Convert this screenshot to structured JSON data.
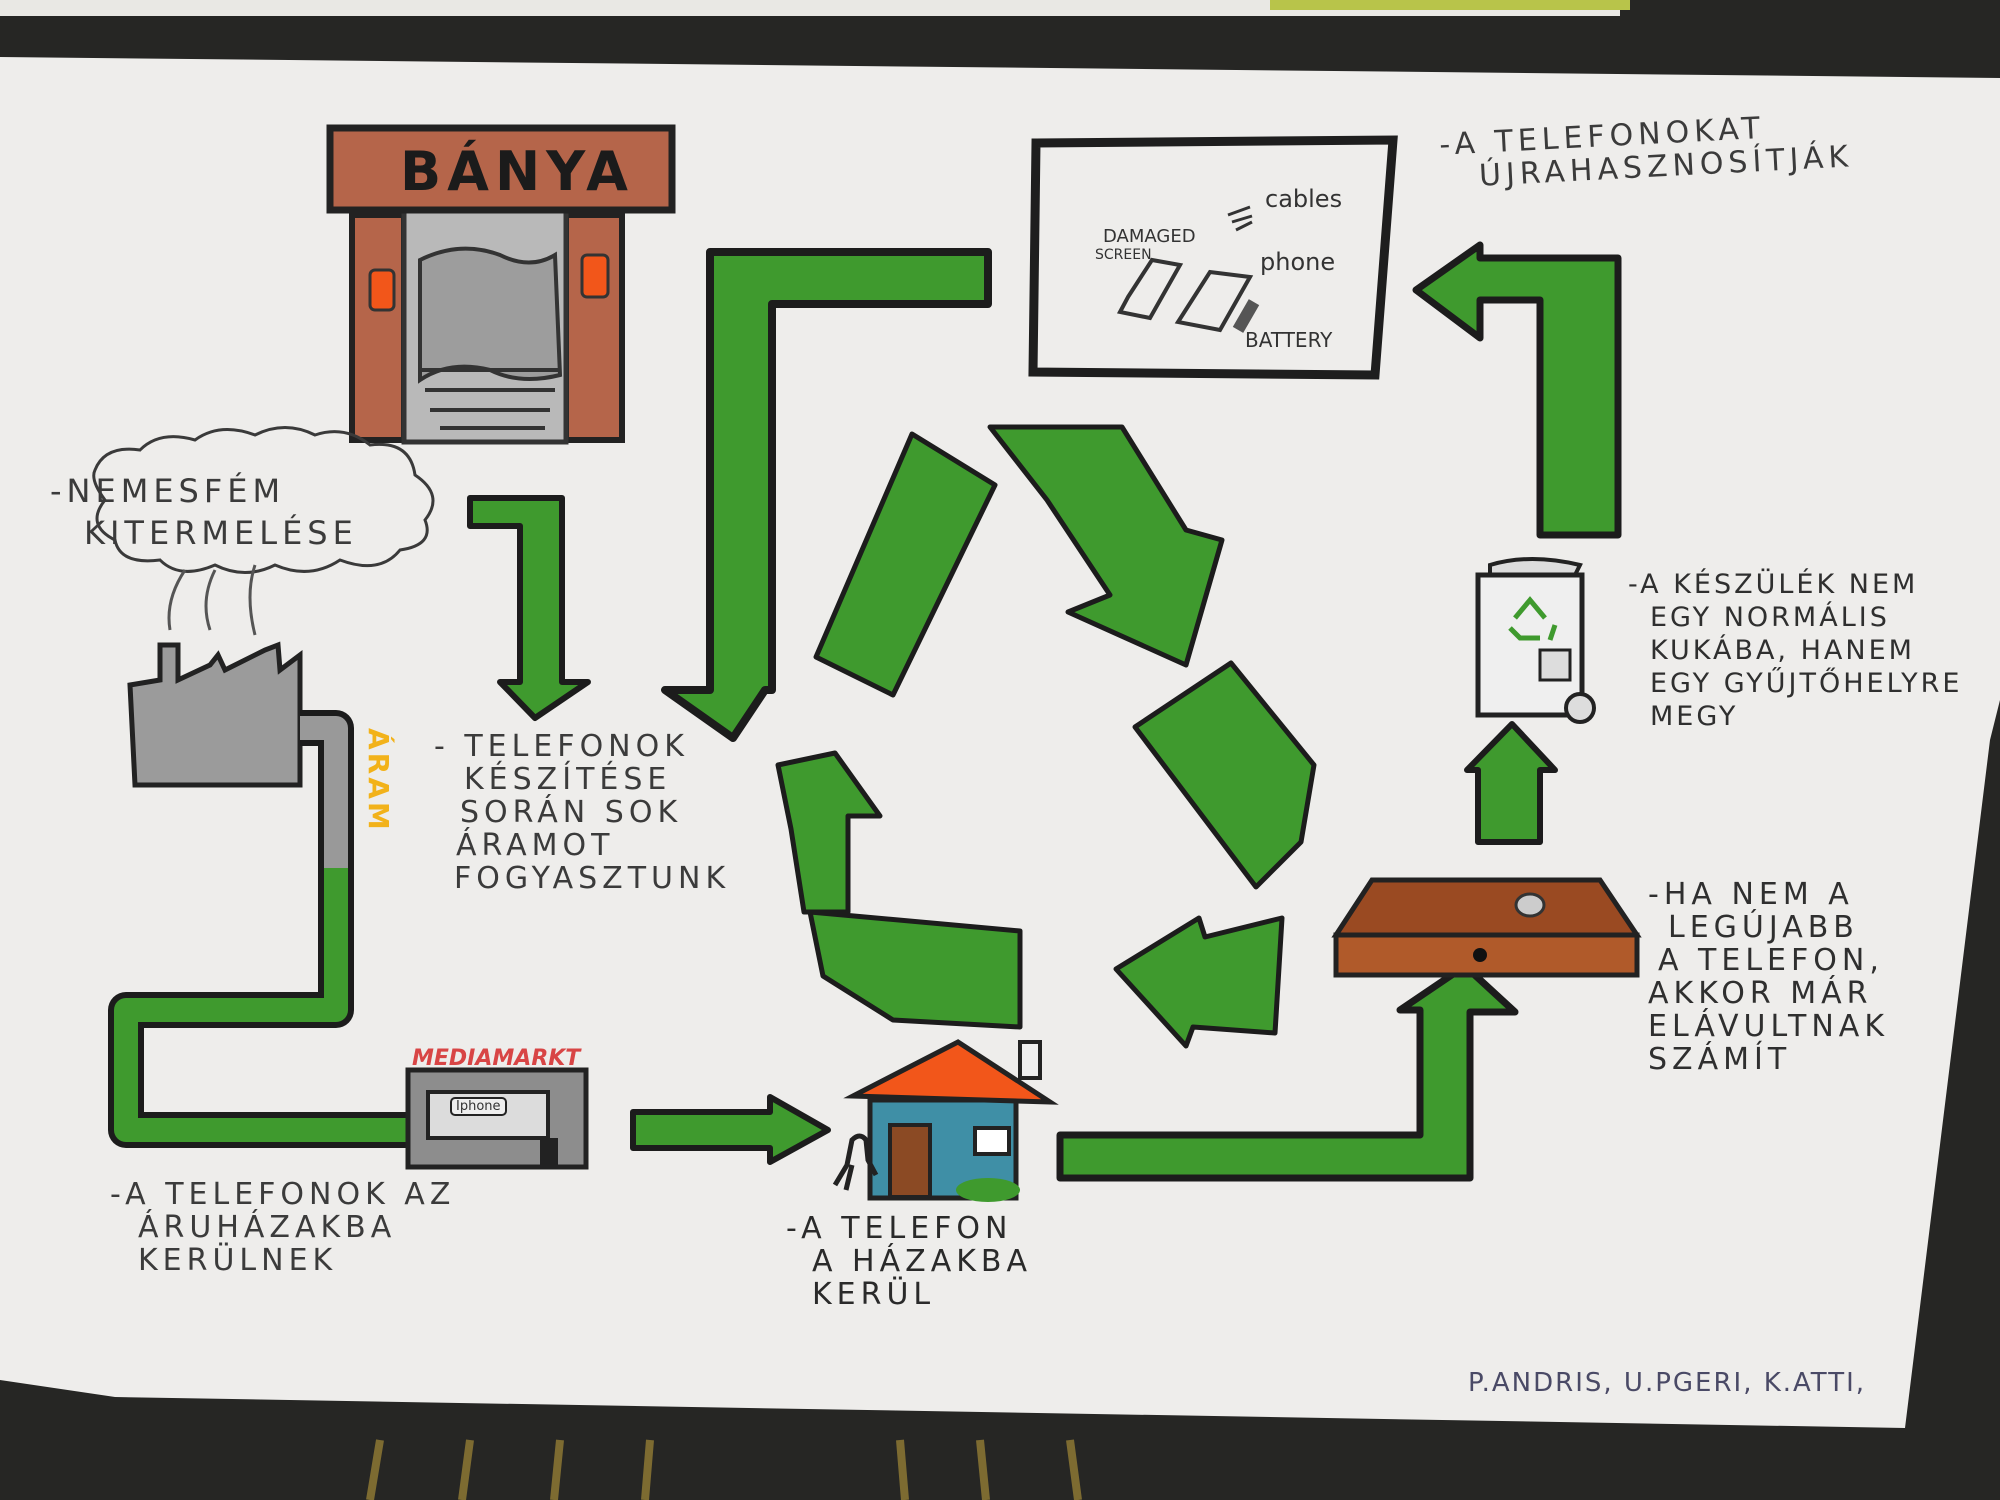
{
  "poster": {
    "mine": {
      "sign": "BÁNYA"
    },
    "labels": {
      "mining": [
        "-NEMESFÉM",
        "KITERMELÉSE"
      ],
      "manufacturing": [
        "- TELEFONOK",
        "KÉSZÍTÉSE",
        "SORÁN SOK",
        "ÁRAMOT",
        "FOGYASZTUNK"
      ],
      "power": "ÁRAM",
      "stores": [
        "-A TELEFONOK  AZ",
        "ÁRUHÁZAKBA",
        "KERÜLNEK"
      ],
      "home": [
        "-A TELEFON",
        "A HÁZAKBA",
        "KERÜL"
      ],
      "drawer": [
        "-HA NEM A",
        "LEGÚJABB",
        "A TELEFON,",
        "AKKOR MÁR",
        "ELÁVULTNAK",
        "SZÁMÍT"
      ],
      "bin": [
        "-A KÉSZÜLÉK NEM",
        "EGY NORMÁLIS",
        "KUKÁBA, HANEM",
        "EGY GYŰJTŐHELYRE",
        "MEGY"
      ],
      "reuse": [
        "-A TELEFONOKAT",
        "ÚJRAHASZNOSÍTJÁK"
      ]
    },
    "store": {
      "sign": "MEDIAMARKT",
      "window_label": "Iphone"
    },
    "parts_box": {
      "damaged_screen": [
        "DAMAGED",
        "SCREEN"
      ],
      "cables": "cables",
      "phone": "phone",
      "battery": "BATTERY"
    },
    "signature": "P.ANDRIS, U.PGERI, K.ATTI,"
  },
  "colors": {
    "arrow_green": "#3f9a2e",
    "outline": "#1e1e1e",
    "paper": "#eeedeb",
    "board": "#262624",
    "mine_brown": "#b5654a",
    "roof_orange": "#f2561a",
    "house_blue": "#3f8fa6",
    "drawer_brown": "#9a4a22",
    "power_yellow": "#f2b21a",
    "store_red": "#d84545"
  }
}
